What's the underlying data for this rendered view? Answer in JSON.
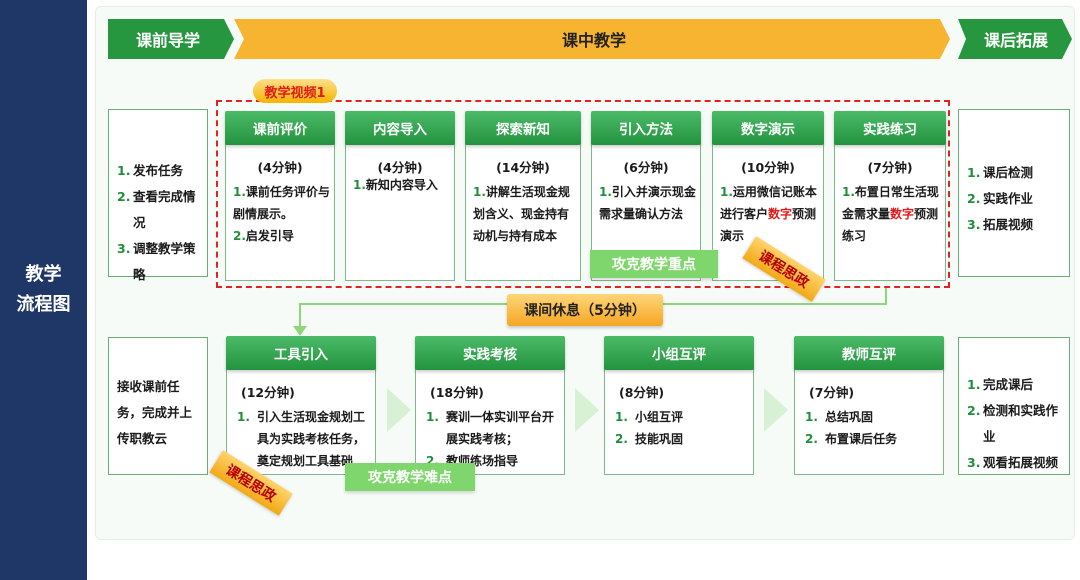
{
  "sidebar": {
    "title_line1": "教学",
    "title_line2": "流程图"
  },
  "phases": {
    "pre": "课前导学",
    "in": "课中教学",
    "post": "课后拓展"
  },
  "tags": {
    "video": "教学视频1",
    "key_point": "攻克教学重点",
    "difficulty": "攻克教学难点",
    "sizheng_1": "课程思政",
    "sizheng_2": "课程思政",
    "break": "课间休息（5分钟）"
  },
  "pre_top": {
    "items": [
      {
        "n": "1.",
        "t": "发布任务"
      },
      {
        "n": "2.",
        "t": "查看完成情况"
      },
      {
        "n": "3.",
        "t": "调整教学策略"
      }
    ]
  },
  "pre_bottom": {
    "text": "接收课前任务，完成并上传职教云"
  },
  "post_top": {
    "items": [
      {
        "n": "1.",
        "t": "课后检测"
      },
      {
        "n": "2.",
        "t": "实践作业"
      },
      {
        "n": "3.",
        "t": "拓展视频"
      }
    ]
  },
  "post_bottom": {
    "items": [
      {
        "n": "1.",
        "t": "完成课后"
      },
      {
        "n": "2.",
        "t": "检测和实践作业"
      },
      {
        "n": "3.",
        "t": "观看拓展视频"
      }
    ]
  },
  "steps_top": [
    {
      "title": "课前评价",
      "time": "(4分钟)",
      "lines": [
        {
          "n": "1.",
          "t": "课前任务评价与剧情展示。"
        },
        {
          "n": "2.",
          "t": "启发引导"
        }
      ]
    },
    {
      "title": "内容导入",
      "time": "(4分钟)",
      "lines": [
        {
          "n": "1.",
          "t": "新知内容导入"
        }
      ]
    },
    {
      "title": "探索新知",
      "time": "(14分钟)",
      "lines": [
        {
          "n": "1.",
          "t": "讲解生活现金规划含义、现金持有动机与持有成本"
        }
      ]
    },
    {
      "title": "引入方法",
      "time": "(6分钟)",
      "lines": [
        {
          "n": "1.",
          "t": "引入并演示现金需求量确认方法"
        }
      ]
    },
    {
      "title": "数字演示",
      "time": "(10分钟)",
      "n": "1.",
      "pre": "运用微信记账本进行客户",
      "hl": "数字",
      "post": "预测演示"
    },
    {
      "title": "实践练习",
      "time": "(7分钟)",
      "n": "1.",
      "pre": "布置日常生活现金需求量",
      "hl": "数字",
      "post": "预测练习"
    }
  ],
  "steps_bottom": [
    {
      "title": "工具引入",
      "time": "(12分钟)",
      "lines": [
        {
          "n": "1.",
          "t": "引入生活现金规划工具为实践考核任务，奠定规划工具基础"
        }
      ]
    },
    {
      "title": "实践考核",
      "time": "(18分钟)",
      "lines": [
        {
          "n": "1.",
          "t": "赛训一体实训平台开展实践考核；"
        },
        {
          "n": "2.",
          "t": "教师练场指导"
        }
      ]
    },
    {
      "title": "小组互评",
      "time": "(8分钟)",
      "lines": [
        {
          "n": "1.",
          "t": "小组互评"
        },
        {
          "n": "2.",
          "t": "技能巩固"
        }
      ]
    },
    {
      "title": "教师互评",
      "time": "(7分钟)",
      "lines": [
        {
          "n": "1.",
          "t": "总结巩固"
        },
        {
          "n": "2.",
          "t": "布置课后任务"
        }
      ]
    }
  ],
  "colors": {
    "sidebar": "#1f3766",
    "green": "#23933f",
    "orange": "#f5a623",
    "red": "#e01b1b"
  }
}
